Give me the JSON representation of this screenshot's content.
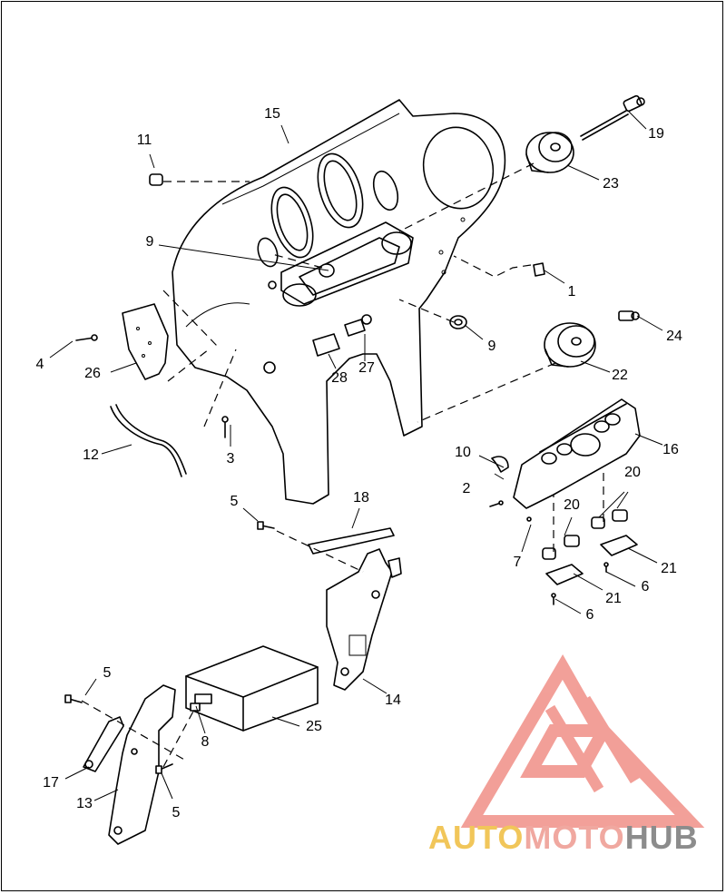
{
  "callouts": [
    {
      "id": "c1",
      "text": "1"
    },
    {
      "id": "c2",
      "text": "2"
    },
    {
      "id": "c3",
      "text": "3"
    },
    {
      "id": "c4",
      "text": "4"
    },
    {
      "id": "c5a",
      "text": "5"
    },
    {
      "id": "c5b",
      "text": "5"
    },
    {
      "id": "c5c",
      "text": "5"
    },
    {
      "id": "c6a",
      "text": "6"
    },
    {
      "id": "c6b",
      "text": "6"
    },
    {
      "id": "c7",
      "text": "7"
    },
    {
      "id": "c8",
      "text": "8"
    },
    {
      "id": "c9a",
      "text": "9"
    },
    {
      "id": "c9b",
      "text": "9"
    },
    {
      "id": "c10",
      "text": "10"
    },
    {
      "id": "c11",
      "text": "11"
    },
    {
      "id": "c12",
      "text": "12"
    },
    {
      "id": "c13",
      "text": "13"
    },
    {
      "id": "c14",
      "text": "14"
    },
    {
      "id": "c15",
      "text": "15"
    },
    {
      "id": "c16",
      "text": "16"
    },
    {
      "id": "c17",
      "text": "17"
    },
    {
      "id": "c18",
      "text": "18"
    },
    {
      "id": "c19",
      "text": "19"
    },
    {
      "id": "c20a",
      "text": "20"
    },
    {
      "id": "c20b",
      "text": "20"
    },
    {
      "id": "c21a",
      "text": "21"
    },
    {
      "id": "c21b",
      "text": "21"
    },
    {
      "id": "c22",
      "text": "22"
    },
    {
      "id": "c23",
      "text": "23"
    },
    {
      "id": "c24",
      "text": "24"
    },
    {
      "id": "c25",
      "text": "25"
    },
    {
      "id": "c26",
      "text": "26"
    },
    {
      "id": "c27",
      "text": "27"
    },
    {
      "id": "c28",
      "text": "28"
    }
  ],
  "watermark": {
    "word_auto": "AUTO",
    "word_moto": "MOTO",
    "word_hub": "HUB",
    "colors": {
      "auto": "#f1c65a",
      "moto": "#f0a8a0",
      "hub": "#8c8c8c",
      "triangle": "#f08f87"
    }
  }
}
